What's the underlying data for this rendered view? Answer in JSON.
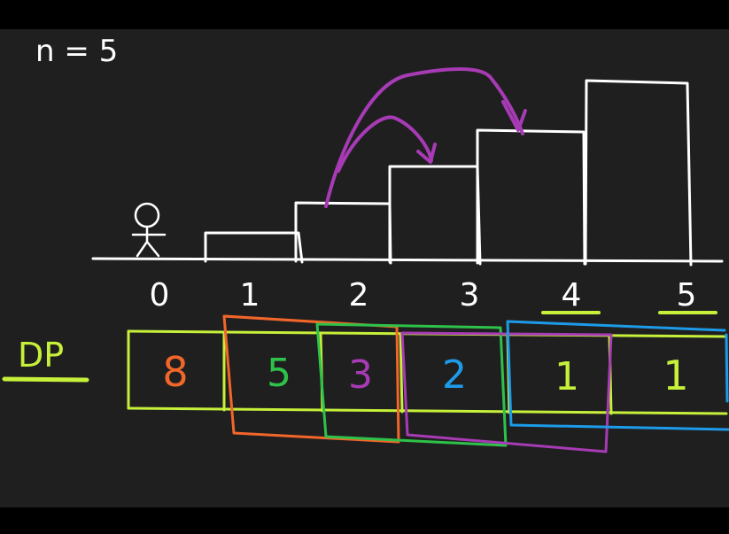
{
  "header": {
    "n_label": "n = 5"
  },
  "steps": {
    "labels": [
      "0",
      "1",
      "2",
      "3",
      "4",
      "5"
    ]
  },
  "dp": {
    "label": "DP",
    "values": [
      "8",
      "5",
      "3",
      "2",
      "1",
      "1"
    ]
  },
  "colors": {
    "background": "#1f1f1f",
    "chalk": "#ffffff",
    "lime": "#c6f03a",
    "orange": "#f2662a",
    "green": "#2ec24a",
    "purple": "#a73bb5",
    "blue": "#1d9be8",
    "arrow": "#a73bb5"
  },
  "icons": {
    "person": "stick-figure-icon"
  }
}
